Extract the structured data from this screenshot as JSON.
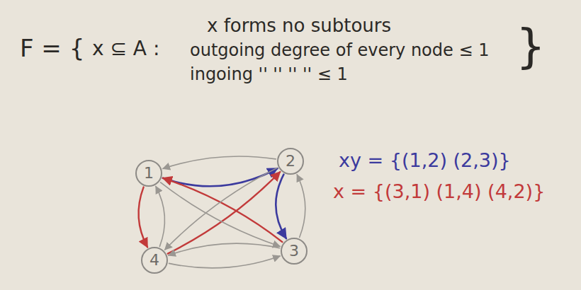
{
  "diagram": {
    "nodes": [
      {
        "text": [
          "1"
        ]
      },
      {
        "text": [
          "2"
        ]
      },
      {
        "text": [
          "3"
        ]
      },
      {
        "text": [
          "4"
        ]
      }
    ],
    "edges": [
      {
        "from": 0,
        "to": 1,
        "arrow": "to"
      },
      {
        "from": 1,
        "to": 2,
        "arrow": "to"
      },
      {
        "from": 2,
        "to": 0,
        "arrow": "to"
      },
      {
        "from": 0,
        "to": 3,
        "arrow": "to"
      },
      {
        "from": 3,
        "to": 1,
        "arrow": "to"
      },
      {
        "from": 1,
        "to": 0,
        "arrow": "to"
      },
      {
        "from": 2,
        "to": 1,
        "arrow": "to"
      },
      {
        "from": 0,
        "to": 2,
        "arrow": "to"
      },
      {
        "from": 3,
        "to": 0,
        "arrow": "to"
      },
      {
        "from": 1,
        "to": 3,
        "arrow": "to"
      },
      {
        "from": 2,
        "to": 3,
        "arrow": "to"
      },
      {
        "from": 3,
        "to": 2,
        "arrow": "to"
      }
    ],
    "labels": [
      "F = {",
      "x ⊆ A :",
      "x forms no subtours",
      "outgoing degree of every node ≤ 1",
      "ingoing '' '' '' '' ≤ 1",
      "}",
      "xy = {(1,2) (2,3)}",
      "x = {(3,1) (1,4) (4,2)}"
    ]
  }
}
